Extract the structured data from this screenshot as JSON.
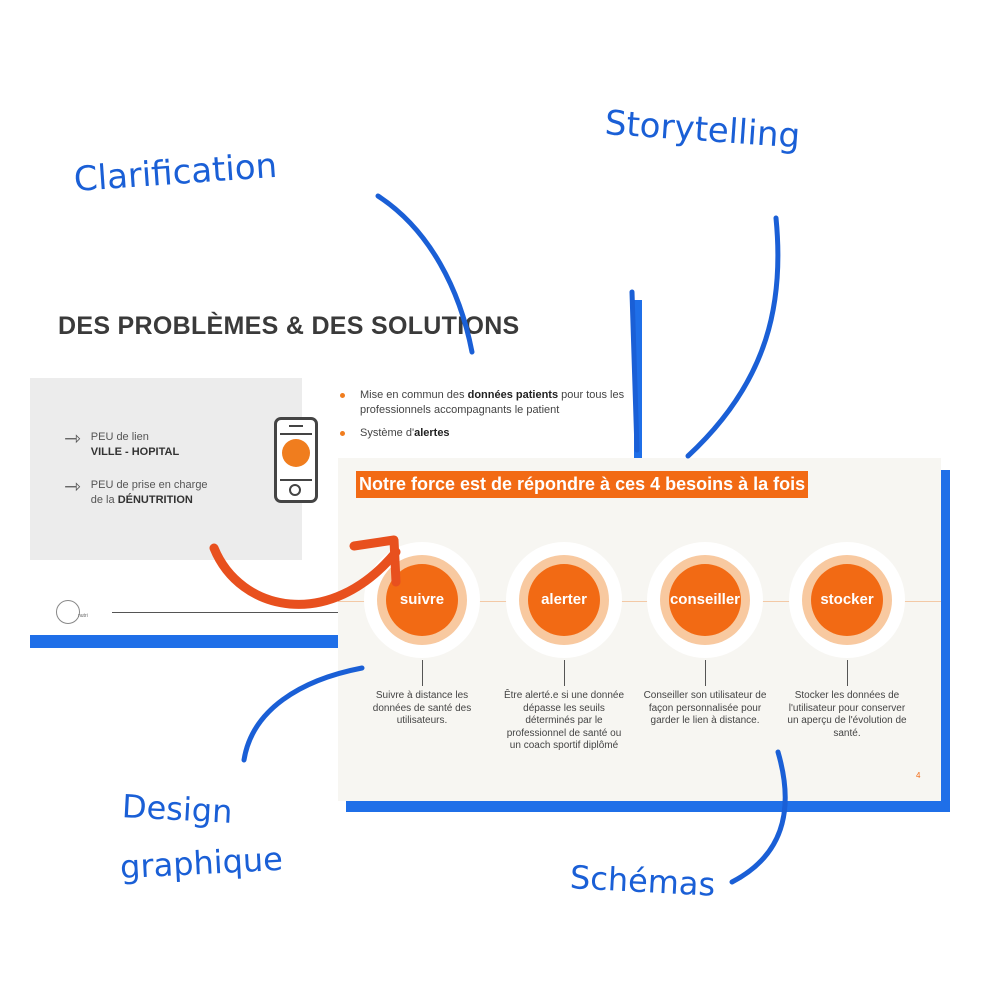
{
  "back_slide": {
    "title": "DES PROBLÈMES & DES SOLUTIONS",
    "problems": [
      {
        "line1": "PEU de lien",
        "line2": "VILLE - HOPITAL"
      },
      {
        "line1": "PEU de prise en charge",
        "line2_prefix": "de la ",
        "line2_bold": "DÉNUTRITION"
      }
    ],
    "bullets": [
      {
        "prefix": "Mise en commun des ",
        "bold": "données patients",
        "suffix": " pour tous les professionnels accompagnants  le patient"
      },
      {
        "prefix": "Système d'",
        "bold": "alertes",
        "suffix": ""
      }
    ],
    "footer_logo_text": "nutri"
  },
  "front_slide": {
    "title": "Notre force est de répondre à ces 4 besoins à la fois",
    "needs": [
      {
        "label": "suivre",
        "description": "Suivre à distance les données de santé des utilisateurs."
      },
      {
        "label": "alerter",
        "description": "Être alerté.e si une donnée dépasse les seuils déterminés par le professionnel de santé ou un coach sportif diplômé"
      },
      {
        "label": "conseiller",
        "description": "Conseiller son utilisateur de façon personnalisée pour garder le lien à distance."
      },
      {
        "label": "stocker",
        "description": "Stocker les données de l'utilisateur pour conserver un aperçu de l'évolution de santé."
      }
    ],
    "page_number": "4"
  },
  "annotations": {
    "clarification": "Clarification",
    "storytelling": "Storytelling",
    "design_line1": "Design",
    "design_line2": "graphique",
    "schemas": "Schémas"
  },
  "colors": {
    "accent_orange": "#f26a14",
    "annotation_blue": "#1a5fd6",
    "slide_shadow_blue": "#1f6fe8",
    "arrow_orange_red": "#e8501e"
  },
  "icons": [
    "arrow-right-icon",
    "smartphone-icon",
    "orange-fruit-logo-icon",
    "bullet-dot-icon"
  ]
}
